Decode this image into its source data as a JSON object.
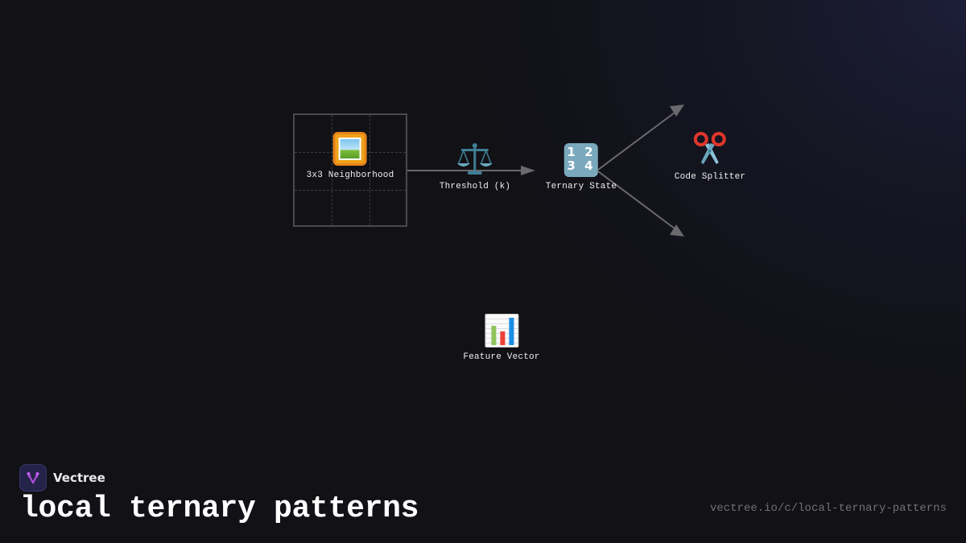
{
  "colors": {
    "background": "#111116",
    "edge": "#6a6a6e",
    "grid_border": "#4a4a4f",
    "grid_dash": "#3d3d42",
    "label": "#f0f0f0",
    "title": "#ffffff",
    "url": "#707076",
    "brand_logo_bg": "#26234a",
    "brand_logo_accent": "#b04fe0"
  },
  "diagram": {
    "nodes": [
      {
        "id": "neighborhood",
        "icon": "framed-picture-icon",
        "label": "3x3 Neighborhood"
      },
      {
        "id": "threshold",
        "icon": "balance-scale-icon",
        "label": "Threshold (k)"
      },
      {
        "id": "ternary",
        "icon": "numbers-1234-icon",
        "label": "Ternary State",
        "glyph": "1 2\n3 4"
      },
      {
        "id": "splitter",
        "icon": "scissors-icon",
        "label": "Code Splitter"
      },
      {
        "id": "feature",
        "icon": "bar-chart-icon",
        "label": "Feature Vector"
      }
    ],
    "edges": [
      {
        "from": "neighborhood",
        "to": "threshold-right"
      },
      {
        "from": "ternary",
        "to": "upper-branch"
      },
      {
        "from": "ternary",
        "to": "lower-branch"
      }
    ],
    "grid": {
      "rows": 3,
      "cols": 3
    }
  },
  "footer": {
    "brand_name": "Vectree",
    "brand_icon": "vectree-logo-icon",
    "title": "local ternary patterns",
    "url": "vectree.io/c/local-ternary-patterns"
  }
}
